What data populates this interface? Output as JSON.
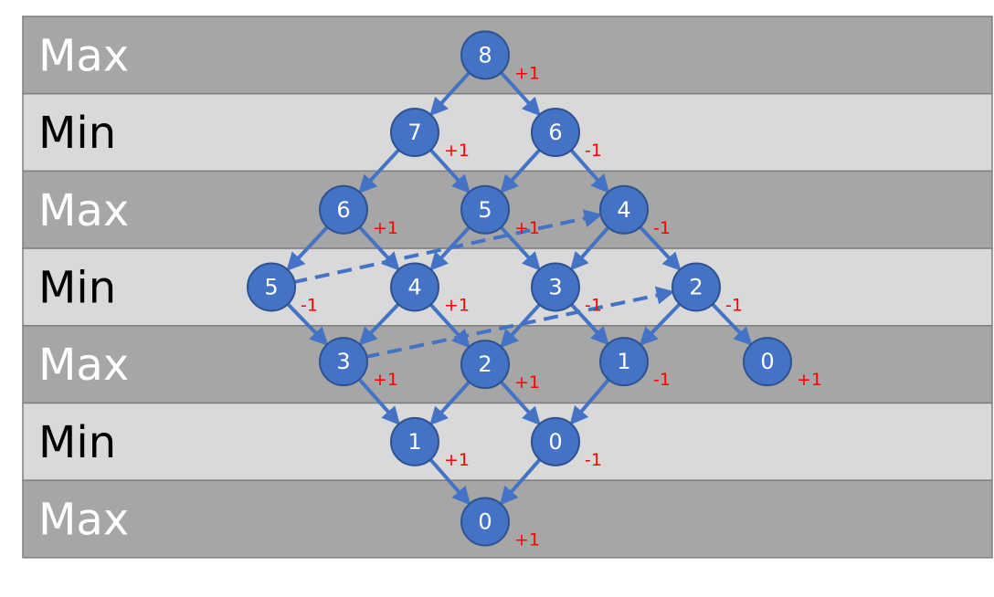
{
  "colors": {
    "band_dark": "#a6a6a6",
    "band_light": "#d9d9d9",
    "band_border": "#7f7f7f",
    "label_dark_band": "#ffffff",
    "label_light_band": "#000000",
    "node_fill": "#4472c4",
    "node_stroke": "#2f528f",
    "edge": "#4472c4",
    "score": "#ff0000"
  },
  "rows": [
    {
      "label": "Max",
      "shade": "dark"
    },
    {
      "label": "Min",
      "shade": "light"
    },
    {
      "label": "Max",
      "shade": "dark"
    },
    {
      "label": "Min",
      "shade": "light"
    },
    {
      "label": "Max",
      "shade": "dark"
    },
    {
      "label": "Min",
      "shade": "light"
    },
    {
      "label": "Max",
      "shade": "dark"
    }
  ],
  "nodes": [
    {
      "id": "n8",
      "row": 0,
      "value": "8",
      "score": "+1"
    },
    {
      "id": "n7",
      "row": 1,
      "value": "7",
      "score": "+1"
    },
    {
      "id": "n6a",
      "row": 1,
      "value": "6",
      "score": "-1"
    },
    {
      "id": "n6b",
      "row": 2,
      "value": "6",
      "score": "+1"
    },
    {
      "id": "n5a",
      "row": 2,
      "value": "5",
      "score": "+1"
    },
    {
      "id": "n4a",
      "row": 2,
      "value": "4",
      "score": "-1"
    },
    {
      "id": "n5b",
      "row": 3,
      "value": "5",
      "score": "-1"
    },
    {
      "id": "n4b",
      "row": 3,
      "value": "4",
      "score": "+1"
    },
    {
      "id": "n3a",
      "row": 3,
      "value": "3",
      "score": "-1"
    },
    {
      "id": "n2a",
      "row": 3,
      "value": "2",
      "score": "-1"
    },
    {
      "id": "n3b",
      "row": 4,
      "value": "3",
      "score": "+1"
    },
    {
      "id": "n2b",
      "row": 4,
      "value": "2",
      "score": "+1"
    },
    {
      "id": "n1a",
      "row": 4,
      "value": "1",
      "score": "-1"
    },
    {
      "id": "n0a",
      "row": 4,
      "value": "0",
      "score": "+1"
    },
    {
      "id": "n1b",
      "row": 5,
      "value": "1",
      "score": "+1"
    },
    {
      "id": "n0b",
      "row": 5,
      "value": "0",
      "score": "-1"
    },
    {
      "id": "n0c",
      "row": 6,
      "value": "0",
      "score": "+1"
    }
  ],
  "edges": [
    {
      "from": "n8",
      "to": "n7"
    },
    {
      "from": "n8",
      "to": "n6a"
    },
    {
      "from": "n7",
      "to": "n6b"
    },
    {
      "from": "n7",
      "to": "n5a"
    },
    {
      "from": "n6a",
      "to": "n5a"
    },
    {
      "from": "n6a",
      "to": "n4a"
    },
    {
      "from": "n6b",
      "to": "n5b"
    },
    {
      "from": "n6b",
      "to": "n4b"
    },
    {
      "from": "n5a",
      "to": "n4b"
    },
    {
      "from": "n5a",
      "to": "n3a"
    },
    {
      "from": "n4a",
      "to": "n3a"
    },
    {
      "from": "n4a",
      "to": "n2a"
    },
    {
      "from": "n5b",
      "to": "n3b"
    },
    {
      "from": "n4b",
      "to": "n3b"
    },
    {
      "from": "n4b",
      "to": "n2b"
    },
    {
      "from": "n3a",
      "to": "n2b"
    },
    {
      "from": "n3a",
      "to": "n1a"
    },
    {
      "from": "n2a",
      "to": "n1a"
    },
    {
      "from": "n2a",
      "to": "n0a"
    },
    {
      "from": "n3b",
      "to": "n1b"
    },
    {
      "from": "n2b",
      "to": "n1b"
    },
    {
      "from": "n2b",
      "to": "n0b"
    },
    {
      "from": "n1a",
      "to": "n0b"
    },
    {
      "from": "n1b",
      "to": "n0c"
    },
    {
      "from": "n0b",
      "to": "n0c"
    }
  ],
  "dashed_edges": [
    {
      "from": "n5b",
      "to": "n4a"
    },
    {
      "from": "n3b",
      "to": "n2a"
    }
  ]
}
